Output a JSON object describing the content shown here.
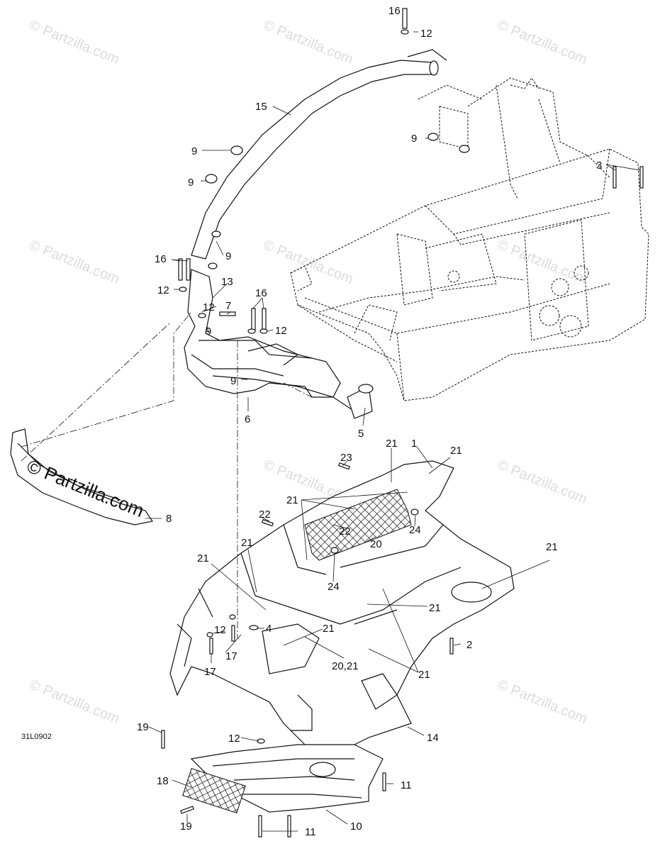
{
  "watermark": {
    "text": "© Partzilla.com",
    "main_text": "© Partzilla.com"
  },
  "diagram_code": "31L0902",
  "callouts": [
    {
      "id": "c16a",
      "label": "16"
    },
    {
      "id": "c12a",
      "label": "12"
    },
    {
      "id": "c15",
      "label": "15"
    },
    {
      "id": "c9a",
      "label": "9"
    },
    {
      "id": "c9b",
      "label": "9"
    },
    {
      "id": "c9c",
      "label": "9"
    },
    {
      "id": "c3",
      "label": "3"
    },
    {
      "id": "c16b",
      "label": "16"
    },
    {
      "id": "c9d",
      "label": "9"
    },
    {
      "id": "c12b",
      "label": "12"
    },
    {
      "id": "c13",
      "label": "13"
    },
    {
      "id": "c12c",
      "label": "12"
    },
    {
      "id": "c7",
      "label": "7"
    },
    {
      "id": "c16c",
      "label": "16"
    },
    {
      "id": "c12d",
      "label": "12"
    },
    {
      "id": "c9e",
      "label": "9"
    },
    {
      "id": "c9f",
      "label": "9"
    },
    {
      "id": "c6",
      "label": "6"
    },
    {
      "id": "c5",
      "label": "5"
    },
    {
      "id": "c21a",
      "label": "21"
    },
    {
      "id": "c1",
      "label": "1"
    },
    {
      "id": "c21b",
      "label": "21"
    },
    {
      "id": "c23",
      "label": "23"
    },
    {
      "id": "c8",
      "label": "8"
    },
    {
      "id": "c21c",
      "label": "21"
    },
    {
      "id": "c24a",
      "label": "24"
    },
    {
      "id": "c22a",
      "label": "22"
    },
    {
      "id": "c22b",
      "label": "22"
    },
    {
      "id": "c20a",
      "label": "20"
    },
    {
      "id": "c21d",
      "label": "21"
    },
    {
      "id": "c21e",
      "label": "21"
    },
    {
      "id": "c24b",
      "label": "24"
    },
    {
      "id": "c21f",
      "label": "21"
    },
    {
      "id": "c21g",
      "label": "21"
    },
    {
      "id": "c12e",
      "label": "12"
    },
    {
      "id": "c4",
      "label": "4"
    },
    {
      "id": "c21h",
      "label": "21"
    },
    {
      "id": "c2",
      "label": "2"
    },
    {
      "id": "c17a",
      "label": "17"
    },
    {
      "id": "c20b",
      "label": "20,21"
    },
    {
      "id": "c17b",
      "label": "17"
    },
    {
      "id": "c21i",
      "label": "21"
    },
    {
      "id": "c19a",
      "label": "19"
    },
    {
      "id": "c12f",
      "label": "12"
    },
    {
      "id": "c14",
      "label": "14"
    },
    {
      "id": "c18",
      "label": "18"
    },
    {
      "id": "c11a",
      "label": "11"
    },
    {
      "id": "c19b",
      "label": "19"
    },
    {
      "id": "c11b",
      "label": "11"
    },
    {
      "id": "c10",
      "label": "10"
    }
  ],
  "colors": {
    "line": "#111111",
    "watermark": "#dcdcdc",
    "background": "#ffffff"
  }
}
